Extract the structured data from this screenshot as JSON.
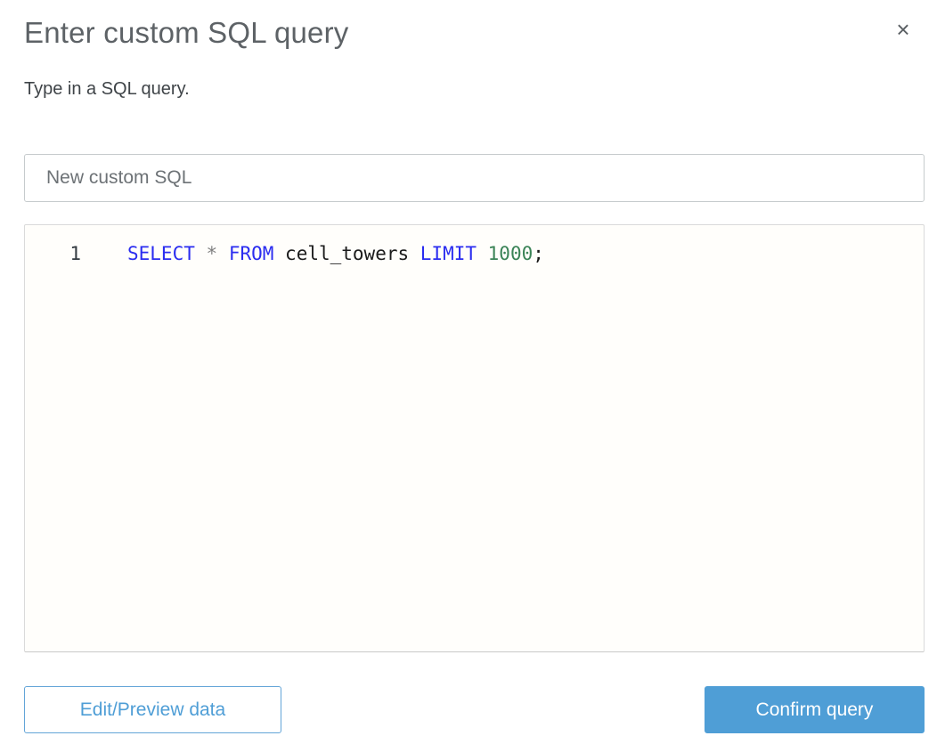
{
  "dialog": {
    "title": "Enter custom SQL query",
    "subtitle": "Type in a SQL query.",
    "close_icon": "×"
  },
  "name_input": {
    "value": "New custom SQL"
  },
  "editor": {
    "line_number": "1",
    "language": "sql",
    "tokens": [
      {
        "text": "SELECT",
        "type": "keyword"
      },
      {
        "text": " ",
        "type": "plain"
      },
      {
        "text": "*",
        "type": "operator"
      },
      {
        "text": " ",
        "type": "plain"
      },
      {
        "text": "FROM",
        "type": "keyword"
      },
      {
        "text": " cell_towers ",
        "type": "plain"
      },
      {
        "text": "LIMIT",
        "type": "keyword"
      },
      {
        "text": " ",
        "type": "plain"
      },
      {
        "text": "1000",
        "type": "number"
      },
      {
        "text": ";",
        "type": "plain"
      }
    ],
    "full_query": "SELECT * FROM cell_towers LIMIT 1000;"
  },
  "footer": {
    "edit_preview_label": "Edit/Preview data",
    "confirm_label": "Confirm query"
  },
  "colors": {
    "accent": "#4f9ed6",
    "keyword": "#2a2cf0",
    "number": "#3a8356",
    "operator": "#808080",
    "code-default": "#1b1b1b"
  }
}
